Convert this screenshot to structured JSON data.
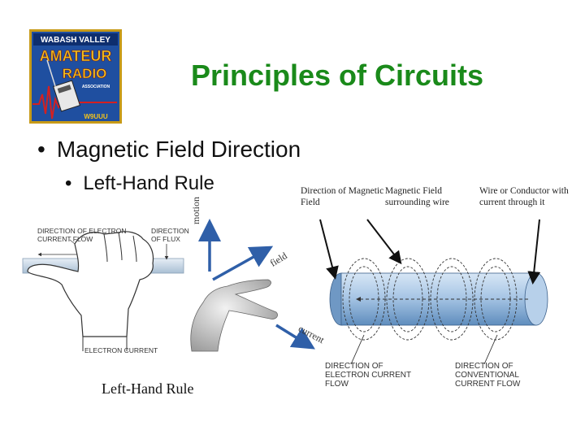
{
  "logo": {
    "line1": "WABASH VALLEY",
    "line2": "AMATEUR",
    "line3": "RADIO",
    "line4": "ASSOCIATION",
    "callsign": "W9UUU"
  },
  "title": "Principles of Circuits",
  "bullets": [
    {
      "marker": "•",
      "text": "Magnetic Field Direction"
    },
    {
      "marker": "•",
      "text": "Left-Hand Rule"
    }
  ],
  "notes": {
    "direction_of_magnetic_field": "Direction of Magnetic Field",
    "magnetic_field_surrounding_wire": "Magnetic Field surrounding wire",
    "wire_or_conductor": "Wire or Conductor with current through it"
  },
  "hand_diagram": {
    "direction_of_electron_current_flow": "DIRECTION OF ELECTRON CURRENT FLOW",
    "direction_of_flux": "DIRECTION OF FLUX",
    "electron_current": "ELECTRON CURRENT",
    "caption": "Left-Hand Rule"
  },
  "axes": {
    "motion": "motion",
    "field": "field",
    "current": "current"
  },
  "conductor_diagram": {
    "direction_electron": "DIRECTION OF ELECTRON CURRENT FLOW",
    "direction_conventional": "DIRECTION OF CONVENTIONAL CURRENT FLOW"
  },
  "colors": {
    "title_green": "#1a8a1a",
    "arrow_blue": "#2f5fa8",
    "wire_blue": "#8fb6de",
    "logo_blue": "#1f4fa0",
    "logo_gold": "#e4b21a"
  }
}
